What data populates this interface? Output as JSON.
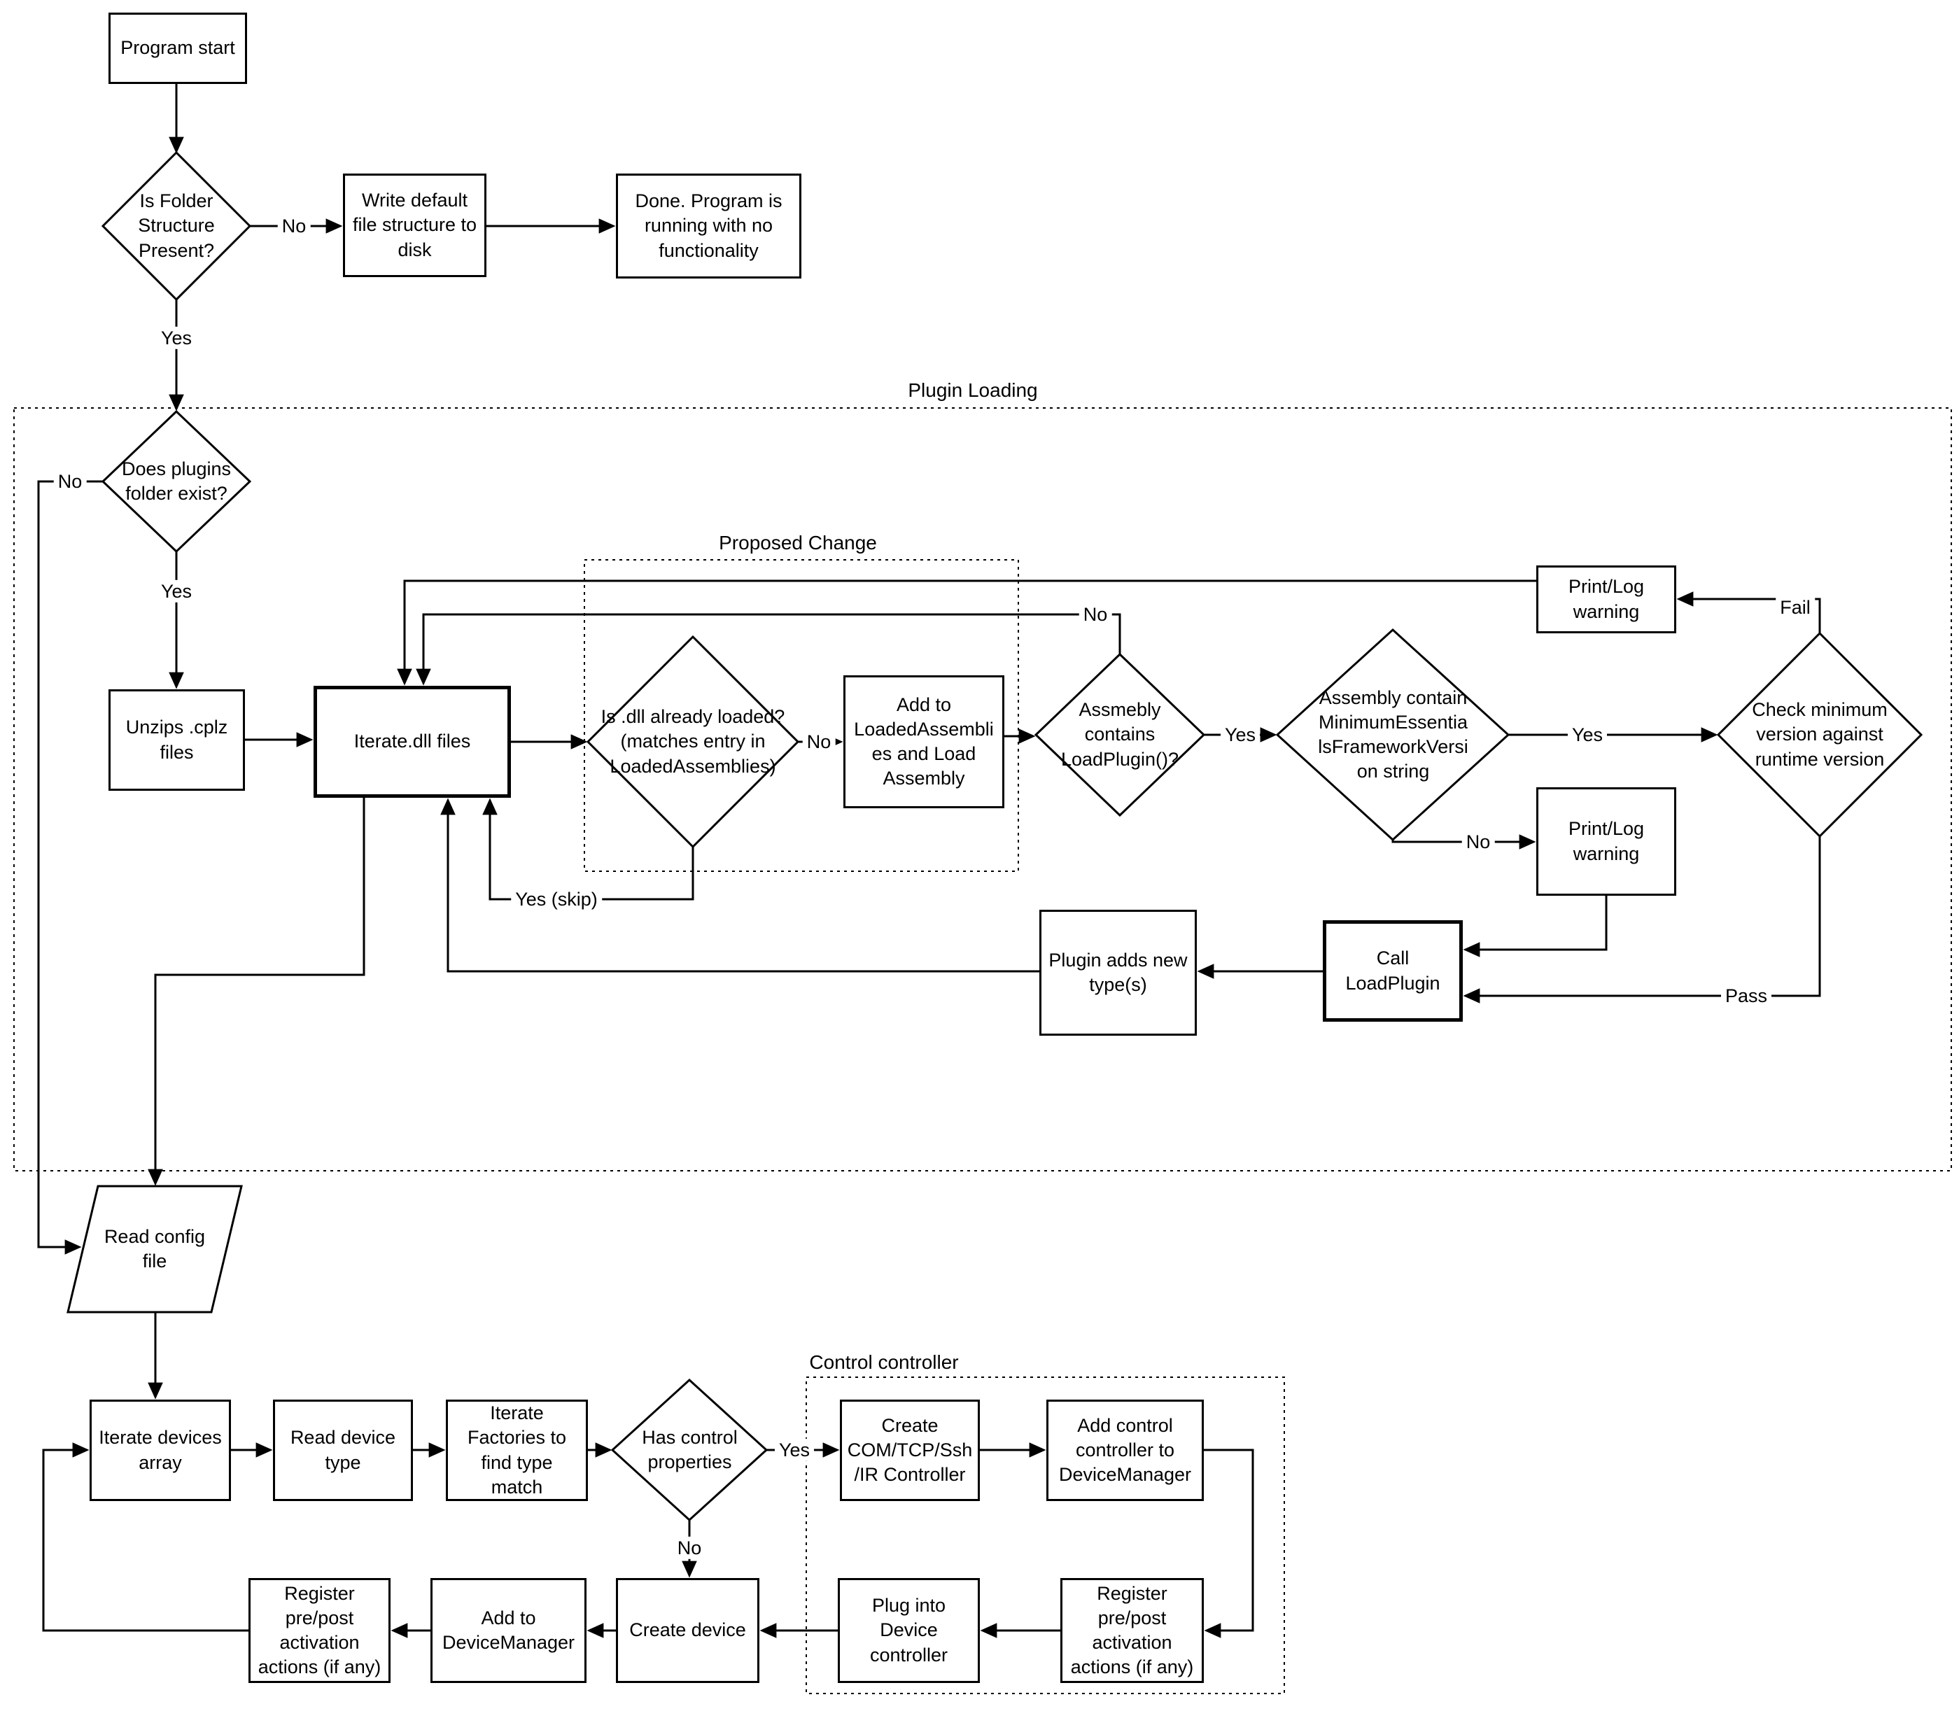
{
  "colors": {
    "line": "#000000",
    "fill": "#ffffff",
    "text": "#000000"
  },
  "containers": {
    "plugin_loading": "Plugin Loading",
    "proposed_change": "Proposed Change",
    "control_controller": "Control controller"
  },
  "nodes": {
    "program_start": "Program start",
    "is_folder_present": "Is Folder Structure Present?",
    "write_default": "Write default file structure to disk",
    "done_no_functionality": "Done.  Program is running with no functionality",
    "does_plugins_exist": "Does plugins folder exist?",
    "unzips_cplz": "Unzips .cplz files",
    "iterate_dll": "Iterate.dll files",
    "is_dll_loaded": "Is .dll already loaded? (matches entry in LoadedAssemblies)",
    "add_to_loaded": "Add to LoadedAssemblies and Load Assembly",
    "assembly_contains_loadplugin": "Assmebly contains LoadPlugin()?",
    "assembly_contains_minimum": "Assembly contain MinimumEssentialsFrameworkVersion string",
    "check_minimum_version": "Check minimum version against runtime version",
    "printlog_warning_top": "Print/Log warning",
    "printlog_warning_mid": "Print/Log warning",
    "call_loadplugin": "Call LoadPlugin",
    "plugin_adds_types": "Plugin adds new type(s)",
    "read_config": "Read config file",
    "iterate_devices": "Iterate devices array",
    "read_device_type": "Read device type",
    "iterate_factories": "Iterate Factories to find type match",
    "has_control_properties": "Has control properties",
    "create_controller": "Create COM/TCP/Ssh /IR Controller",
    "add_control_controller": "Add control controller to DeviceManager",
    "register_activation_right": "Register pre/post activation actions (if any)",
    "plug_into_device": "Plug into Device controller",
    "create_device": "Create device",
    "add_to_devicemanager": "Add to DeviceManager",
    "register_activation_left": "Register pre/post activation actions (if any)"
  },
  "edge_labels": {
    "folder_no": "No",
    "folder_yes": "Yes",
    "plugins_no": "No",
    "plugins_yes": "Yes",
    "dll_loaded_no": "No",
    "dll_loaded_yes_skip": "Yes (skip)",
    "contains_loadplugin_no": "No",
    "contains_loadplugin_yes": "Yes",
    "minimum_string_yes": "Yes",
    "minimum_string_no": "No",
    "version_fail": "Fail",
    "version_pass": "Pass",
    "control_yes": "Yes",
    "control_no": "No"
  }
}
